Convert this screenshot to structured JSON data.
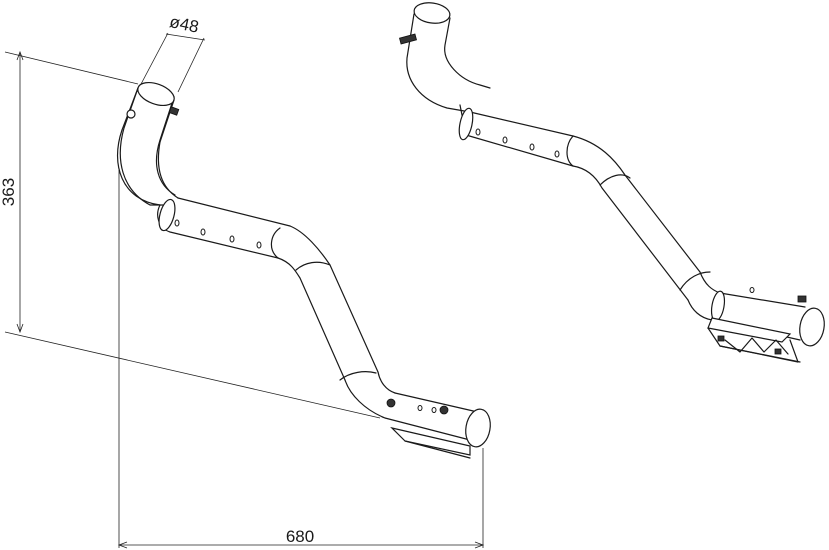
{
  "dimensions": {
    "diameter_label": "ø48",
    "height_label": "363",
    "width_label": "680"
  },
  "colors": {
    "line": "#1a1a1a",
    "background": "#ffffff"
  }
}
